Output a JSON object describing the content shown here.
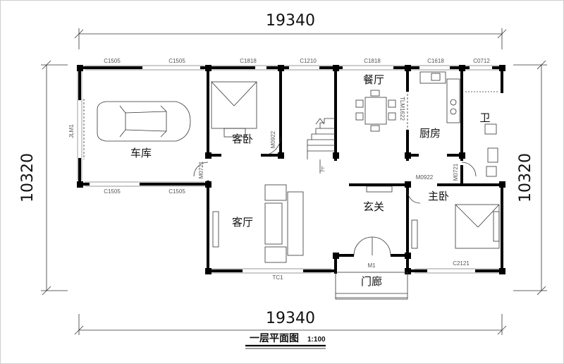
{
  "plan": {
    "title": "一层平面图",
    "scale": "1:100"
  },
  "dimensions": {
    "width_top": "19340",
    "width_bottom": "19340",
    "height_left": "10320",
    "height_right": "10320"
  },
  "rooms": {
    "garage": "车库",
    "guest_bedroom": "客卧",
    "dining": "餐厅",
    "kitchen": "厨房",
    "bathroom": "卫",
    "living": "客厅",
    "foyer": "玄关",
    "master_bedroom": "主卧",
    "porch": "门廊"
  },
  "tags": {
    "c1505_a": "C1505",
    "c1505_b": "C1505",
    "c1818_a": "C1818",
    "c1210": "C1210",
    "c1818_b": "C1818",
    "c1618": "C1618",
    "c0712": "C0712",
    "c1505_c": "C1505",
    "c1505_d": "C1505",
    "jlm1": "JLM1",
    "m0922_a": "M0922",
    "m0721_a": "M0721",
    "tlm1622": "TLM1622",
    "m0922_b": "M0922",
    "m0721_b": "M0721",
    "tc1": "TC1",
    "m1": "M1",
    "c2121": "C2121",
    "stair_up": "上"
  }
}
